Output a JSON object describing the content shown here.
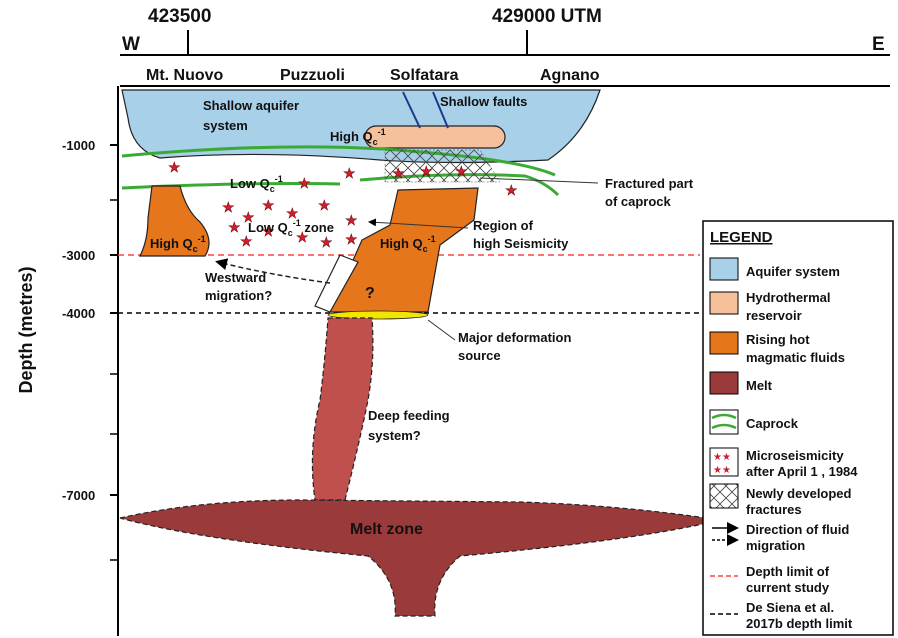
{
  "axes": {
    "utm_ticks": [
      "423500",
      "429000 UTM"
    ],
    "west": "W",
    "east": "E",
    "ylabel": "Depth (metres)",
    "depth_ticks": [
      "-1000",
      "-3000",
      "-4000",
      "-7000"
    ]
  },
  "places": [
    "Mt. Nuovo",
    "Puzzuoli",
    "Solfatara",
    "Agnano"
  ],
  "labels": {
    "shallow_aquifer_1": "Shallow aquifer",
    "shallow_aquifer_2": "system",
    "shallow_faults": "Shallow faults",
    "high_q_1": "High Q",
    "high_q_2": "High Q",
    "high_q_3": "High Q",
    "low_q_1": "Low Q",
    "low_q_2": "Low Q",
    "low_q_zone_suffix": " zone",
    "q_sub": "c",
    "q_sup": "-1",
    "fractured_1": "Fractured part",
    "fractured_2": "of caprock",
    "seismicity_1": "Region of",
    "seismicity_2": "high Seismicity",
    "westward_1": "Westward",
    "westward_2": "migration?",
    "question": "?",
    "deformation_1": "Major deformation",
    "deformation_2": "source",
    "feeding_1": "Deep feeding",
    "feeding_2": "system?",
    "melt_zone": "Melt zone"
  },
  "legend": {
    "title": "LEGEND",
    "items": [
      {
        "lines": [
          "Aquifer system"
        ],
        "color": "#a8d0e8"
      },
      {
        "lines": [
          "Hydrothermal",
          "reservoir"
        ],
        "color": "#f5c09a"
      },
      {
        "lines": [
          "Rising hot",
          "magmatic fluids"
        ],
        "color": "#e6761c"
      },
      {
        "lines": [
          "Melt"
        ],
        "color": "#9b3a3a"
      },
      {
        "lines": [
          "Caprock"
        ],
        "color": "#3aaa35"
      },
      {
        "lines": [
          "Microseismicity",
          "after April 1 , 1984"
        ],
        "color": "#cc2030"
      },
      {
        "lines": [
          "Newly developed",
          "fractures"
        ],
        "color": "#555555"
      },
      {
        "lines": [
          "Direction of fluid",
          "migration"
        ],
        "color": "#000000"
      },
      {
        "lines": [
          "Depth limit of",
          "current study"
        ],
        "color": "#ff4040"
      },
      {
        "lines": [
          "De Siena et al.",
          "2017b depth limit"
        ],
        "color": "#000000"
      }
    ]
  },
  "colors": {
    "aquifer": "#a8d0e8",
    "hydrothermal": "#f5c09a",
    "magmatic": "#e6761c",
    "melt": "#9b3a3a",
    "feeding": "#c0504d",
    "caprock": "#3aaa35",
    "star": "#cc2030",
    "red_line": "#ff4040",
    "deformation": "#f2e600"
  }
}
